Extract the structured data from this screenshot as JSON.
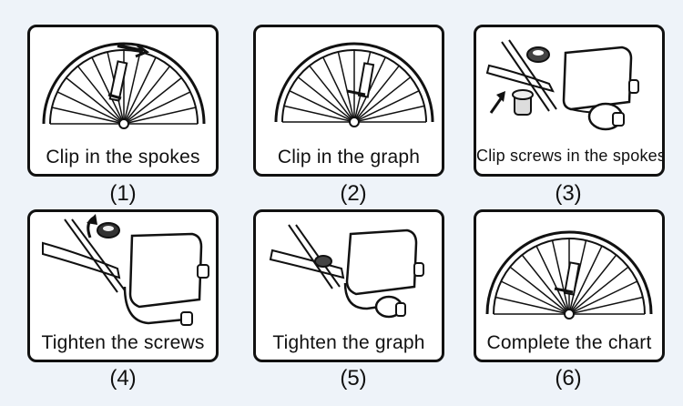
{
  "steps": [
    {
      "caption": "Clip in the spokes",
      "number": "(1)"
    },
    {
      "caption": "Clip in the graph",
      "number": "(2)"
    },
    {
      "caption": "Clip screws in the spokes",
      "number": "(3)"
    },
    {
      "caption": "Tighten the screws",
      "number": "(4)"
    },
    {
      "caption": "Tighten the graph",
      "number": "(5)"
    },
    {
      "caption": "Complete the chart",
      "number": "(6)"
    }
  ]
}
